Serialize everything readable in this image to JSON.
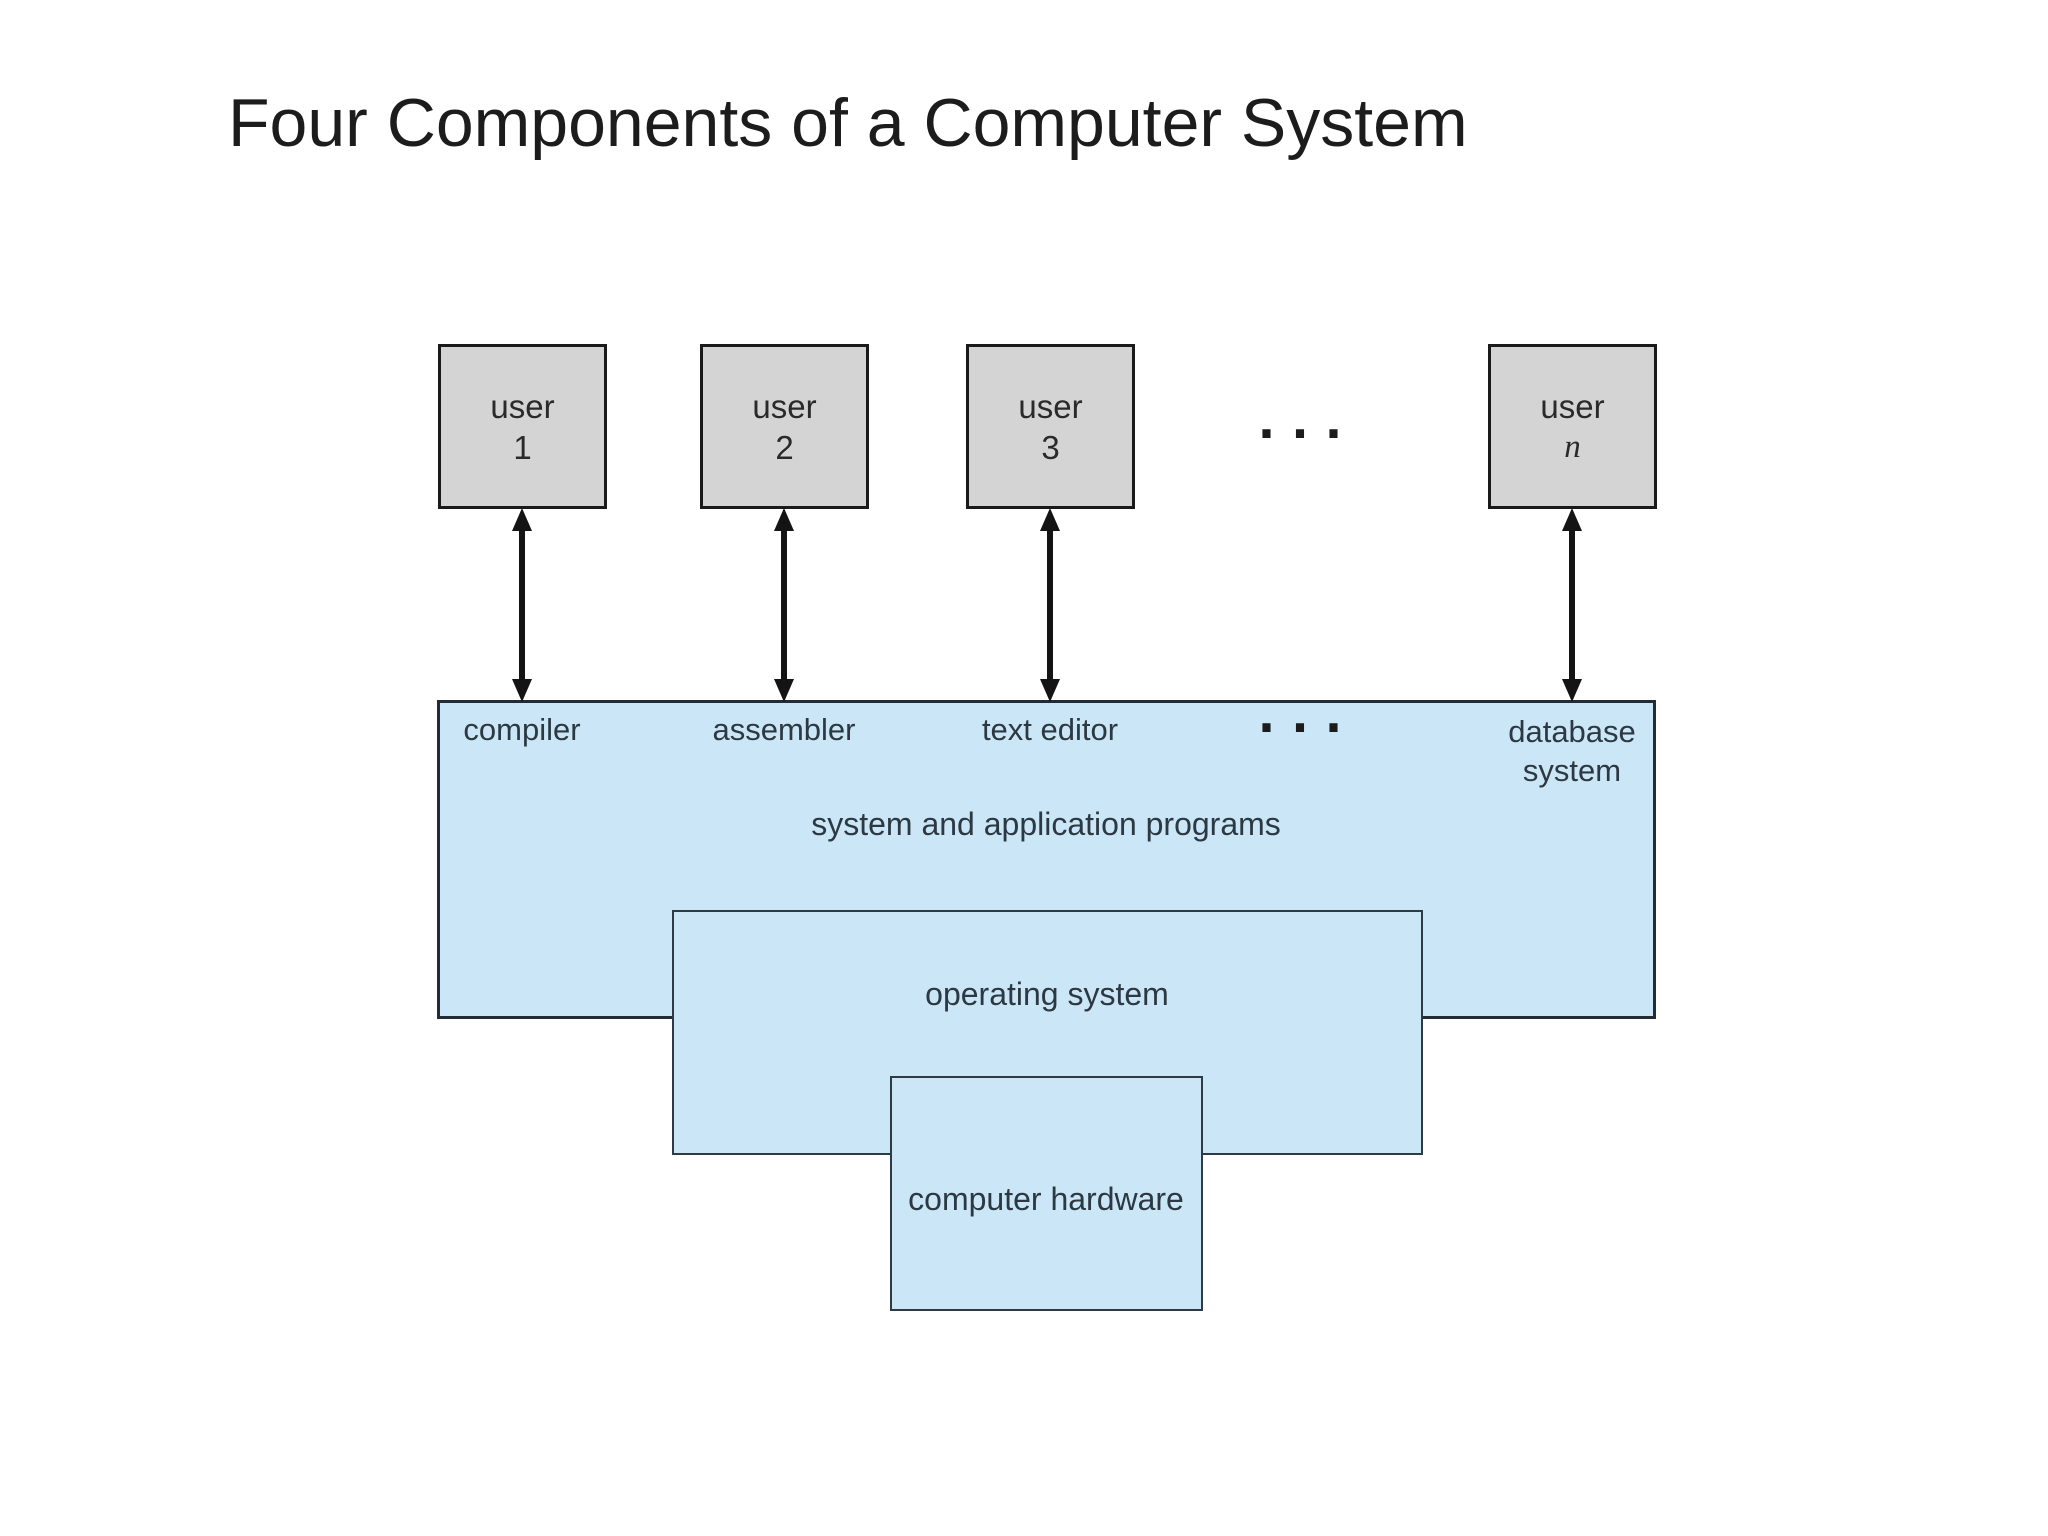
{
  "title": "Four Components of a Computer System",
  "users": [
    {
      "line1": "user",
      "line2": "1"
    },
    {
      "line1": "user",
      "line2": "2"
    },
    {
      "line1": "user",
      "line2": "3"
    },
    {
      "line1": "user",
      "line2": "n"
    }
  ],
  "users_ellipsis": "...",
  "programs_layer": {
    "items": [
      "compiler",
      "assembler",
      "text editor"
    ],
    "ellipsis": "...",
    "database_item": {
      "line1": "database",
      "line2": "system"
    },
    "caption": "system and application programs"
  },
  "os_layer": {
    "label": "operating system"
  },
  "hardware_layer": {
    "label": "computer hardware"
  },
  "colors": {
    "background": "#ffffff",
    "user_box_fill": "#d4d4d4",
    "user_box_border": "#1a1a1a",
    "layer_fill": "#cbe6f7",
    "layer_border": "#2e3a44",
    "label_text": "#2c3942",
    "title_text": "#1c1c1c",
    "arrow": "#141414"
  }
}
